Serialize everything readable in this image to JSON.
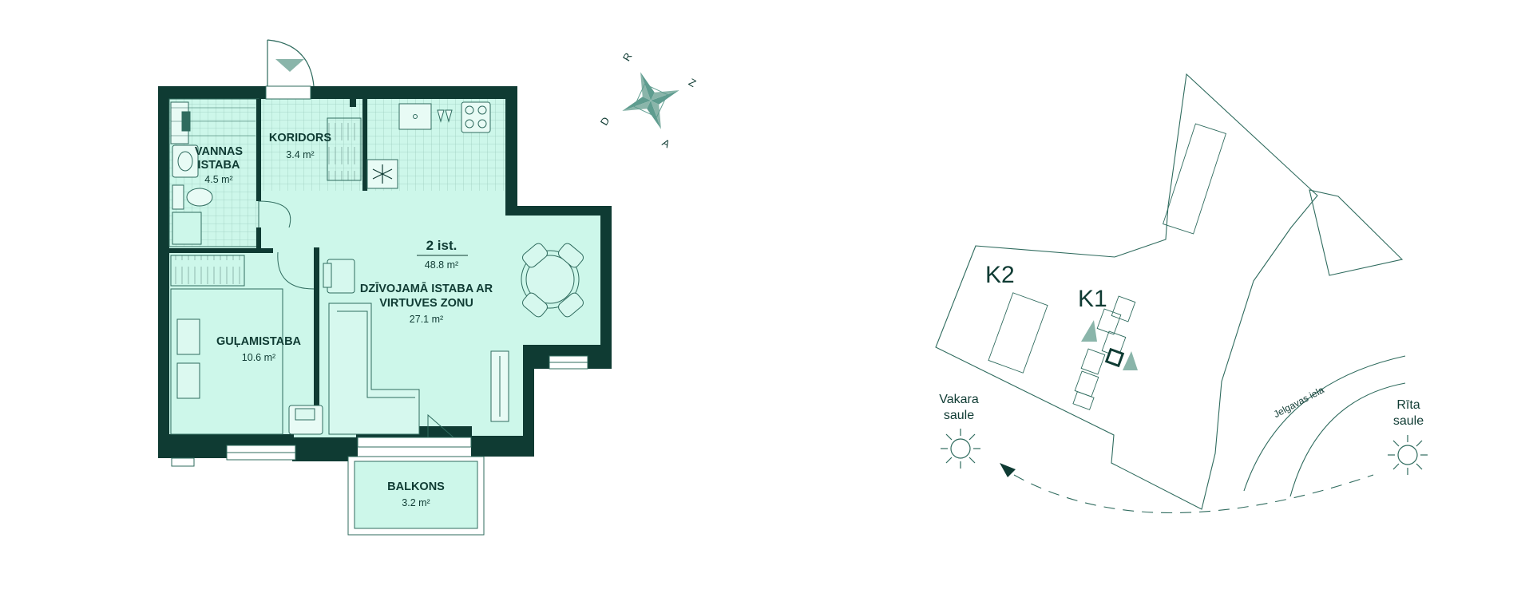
{
  "floorplan": {
    "unit_title": "2 ist.",
    "unit_area": "48.8 m²",
    "rooms": [
      {
        "name": "KORIDORS",
        "area": "3.4 m²"
      },
      {
        "name_line1": "VANNAS",
        "name_line2": "ISTABA",
        "area": "4.5 m²"
      },
      {
        "name_line1": "DZĪVOJAMĀ ISTABA AR",
        "name_line2": "VIRTUVES ZONU",
        "area": "27.1 m²"
      },
      {
        "name": "GUĻAMISTABA",
        "area": "10.6 m²"
      },
      {
        "name": "BALKONS",
        "area": "3.2 m²"
      }
    ]
  },
  "compass": {
    "letters": [
      "R",
      "Z",
      "D",
      "A"
    ]
  },
  "site_map": {
    "buildings": [
      "K2",
      "K1"
    ],
    "street": "Jelgavas iela",
    "evening_sun": {
      "line1": "Vakara",
      "line2": "saule"
    },
    "morning_sun": {
      "line1": "Rīta",
      "line2": "saule"
    }
  },
  "colors": {
    "wall": "#0f3b33",
    "room_fill": "#cdf7ea",
    "line": "#2f6b5e",
    "accent": "#8ab5aa"
  }
}
